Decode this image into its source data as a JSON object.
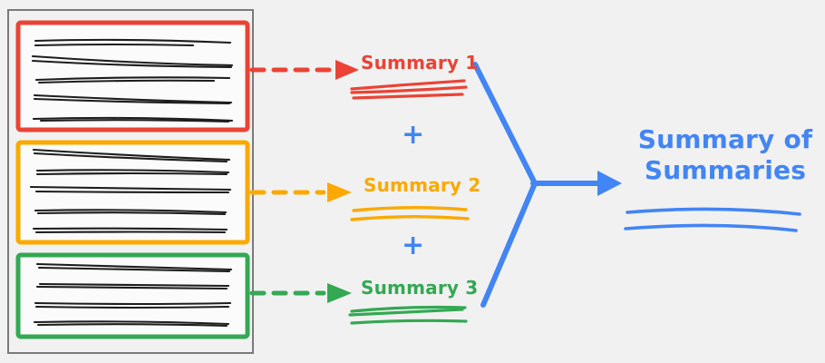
{
  "diagram": {
    "title_semantics": "map-reduce summarization flow",
    "background_color": "#f1f1f1"
  },
  "source_document": {
    "panel_name": "source-document-panel",
    "panel_border_color": "#808080",
    "chunks": [
      {
        "id": "chunk-1",
        "color": "#EA4335",
        "color_name": "red",
        "line_count": 5
      },
      {
        "id": "chunk-2",
        "color": "#FBA900",
        "color_name": "orange",
        "line_count": 5
      },
      {
        "id": "chunk-3",
        "color": "#34A853",
        "color_name": "green",
        "line_count": 4
      }
    ]
  },
  "summaries": [
    {
      "id": "summary-1",
      "label": "Summary 1",
      "color": "#EA4335",
      "arrow_color": "#EA4335",
      "arrow_style": "dashed",
      "stroke_count": 3
    },
    {
      "id": "summary-2",
      "label": "Summary 2",
      "color": "#FBA900",
      "arrow_color": "#FBA900",
      "arrow_style": "dashed",
      "stroke_count": 2
    },
    {
      "id": "summary-3",
      "label": "Summary 3",
      "color": "#34A853",
      "arrow_color": "#34A853",
      "arrow_style": "dashed",
      "stroke_count": 3
    }
  ],
  "operators": {
    "plus_symbol": "+",
    "plus_color": "#4285F4",
    "count": 2
  },
  "merge": {
    "name": "merge-connector",
    "color": "#4285F4",
    "arrow_style": "solid"
  },
  "final_output": {
    "id": "summary-of-summaries",
    "line_1": "Summary of",
    "line_2": "Summaries",
    "color": "#4285F4",
    "stroke_count": 2
  }
}
